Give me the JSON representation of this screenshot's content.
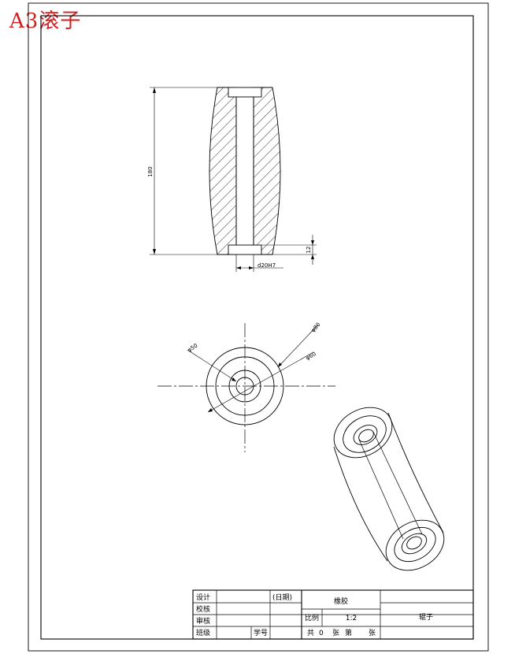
{
  "page_title": "A3滚子",
  "dimensions": {
    "length": "180",
    "groove_depth": "12",
    "bore": "d20H7",
    "dia_a": "φ50",
    "dia_b": "φ80",
    "dia_c": "φ60"
  },
  "title_block": {
    "designer_label": "设计",
    "checker_label": "校核",
    "reviewer_label": "审核",
    "class_label": "班级",
    "date_label": "(日期)",
    "student_id_label": "学号",
    "material": "橡胶",
    "scale_label": "比例",
    "scale_value": "1:2",
    "part_name": "辊子",
    "sheet_total_label": "共",
    "sheet_total_value": "0",
    "sheet_unit": "张",
    "sheet_no_label": "第",
    "sheet_no_unit": "张"
  },
  "colors": {
    "title_red": "#d22020",
    "line": "#000000"
  }
}
